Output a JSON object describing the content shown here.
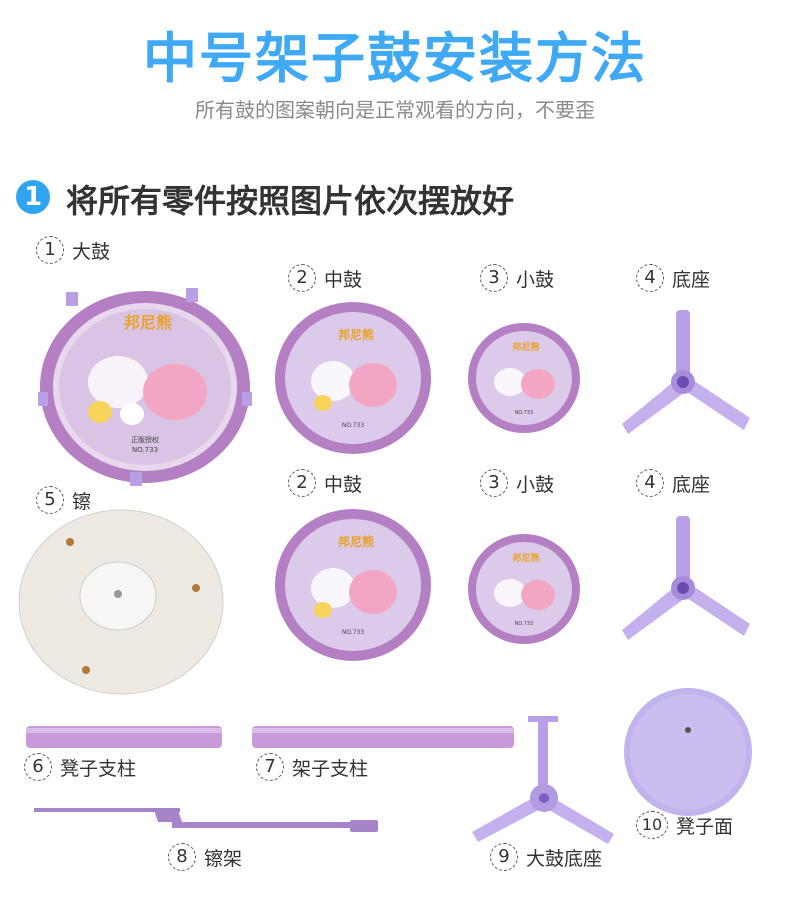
{
  "title": "中号架子鼓安装方法",
  "subtitle": "所有鼓的图案朝向是正常观看的方向，不要歪",
  "step": {
    "number": "1",
    "text": "将所有零件按照图片依次摆放好"
  },
  "parts": [
    {
      "num": "1",
      "name": "大鼓"
    },
    {
      "num": "2",
      "name": "中鼓"
    },
    {
      "num": "3",
      "name": "小鼓"
    },
    {
      "num": "4",
      "name": "底座"
    },
    {
      "num": "5",
      "name": "镲"
    },
    {
      "num": "2",
      "name": "中鼓"
    },
    {
      "num": "3",
      "name": "小鼓"
    },
    {
      "num": "4",
      "name": "底座"
    },
    {
      "num": "6",
      "name": "凳子支柱"
    },
    {
      "num": "7",
      "name": "架子支柱"
    },
    {
      "num": "8",
      "name": "镲架"
    },
    {
      "num": "9",
      "name": "大鼓底座"
    },
    {
      "num": "10",
      "name": "凳子面"
    }
  ],
  "drum_logo": "邦尼熊",
  "drum_sublabel": "正版授权",
  "drum_model": "NO.733",
  "colors": {
    "title": "#3fa9f5",
    "drum_rim": "#b57fc4",
    "stand": "#b9a0e6",
    "pole": "#c79ad9"
  }
}
